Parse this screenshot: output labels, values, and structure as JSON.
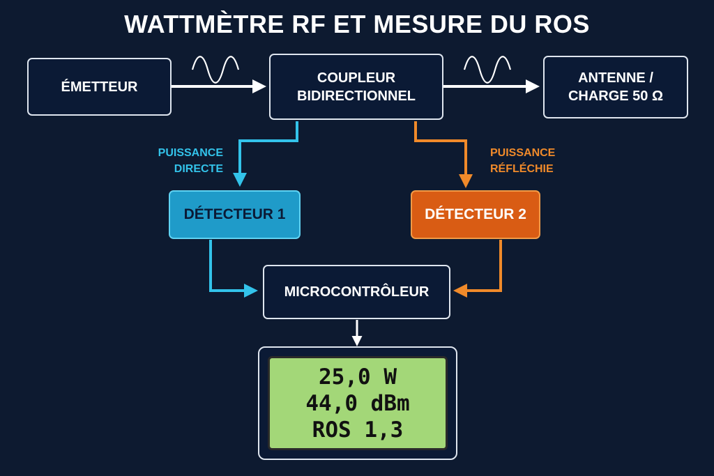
{
  "title": "WATTMÈTRE RF ET MESURE DU ROS",
  "blocks": {
    "emetteur": "ÉMETTEUR",
    "coupleur": "COUPLEUR\nBIDIRECTIONNEL",
    "antenne": "ANTENNE /\nCHARGE 50 Ω",
    "detecteur1": "DÉTECTEUR 1",
    "detecteur2": "DÉTECTEUR 2",
    "micro": "MICROCONTRÔLEUR"
  },
  "labels": {
    "directe": "PUISSANCE\nDIRECTE",
    "reflechie": "PUISSANCE\nRÉFLÉCHIE"
  },
  "display": {
    "power_w": "25,0 W",
    "power_dbm": "44,0 dBm",
    "ros": "ROS 1,3"
  },
  "colors": {
    "background": "#0d1a30",
    "forward": "#33c3ea",
    "reflected": "#f08a2a",
    "lcd": "#a3d778"
  },
  "icons": [
    "rf-wave-icon",
    "arrow-icon"
  ]
}
